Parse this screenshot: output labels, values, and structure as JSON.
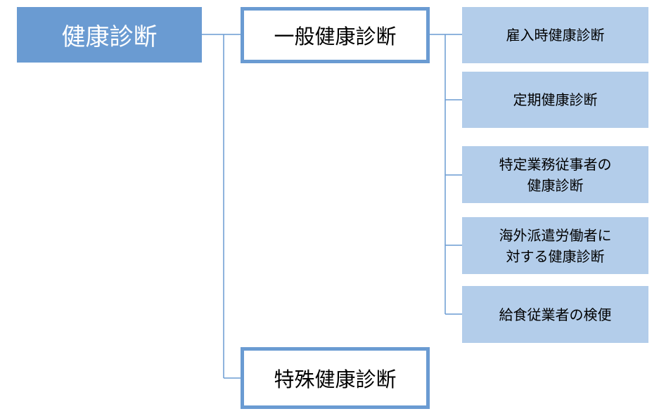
{
  "diagram": {
    "root": {
      "label": "健康診断"
    },
    "branches": [
      {
        "label": "一般健康診断",
        "children": [
          {
            "label": "雇入時健康診断"
          },
          {
            "label": "定期健康診断"
          },
          {
            "label": "特定業務従事者の\n健康診断"
          },
          {
            "label": "海外派遣労働者に\n対する健康診断"
          },
          {
            "label": "給食従業者の検便"
          }
        ]
      },
      {
        "label": "特殊健康診断",
        "children": []
      }
    ]
  },
  "colors": {
    "root_fill": "#6a9bd2",
    "branch_border": "#6a9bd2",
    "leaf_fill": "#b3cdea",
    "connector": "#6a9bd2"
  }
}
